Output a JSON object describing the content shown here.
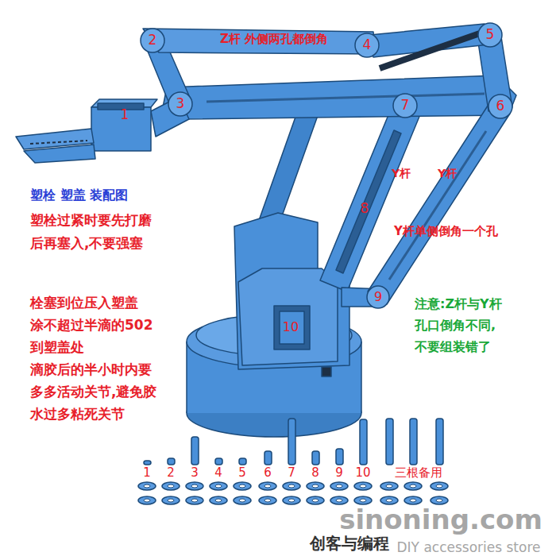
{
  "diagram": {
    "title": "塑栓 塑盖 装配图",
    "labels": [
      "2",
      "Z杆 外侧两孔都倒角",
      "4",
      "5",
      "3",
      "7",
      "6",
      "1",
      "Y杆",
      "Y杆",
      "8",
      "Y杆单侧倒角一个孔",
      "塑栓过紧时要先打磨",
      "后再塞入,不要强塞",
      "栓塞到位压入塑盖",
      "涂不超过半滴的502",
      "到塑盖处",
      "滴胶后的半小时内要",
      "多多活动关节,避免胶",
      "水过多粘死关节",
      "10",
      "9",
      "注意:Z杆与Y杆",
      "孔口倒角不同,",
      "不要组装错了",
      "1",
      "2",
      "3",
      "4",
      "5",
      "6",
      "7",
      "8",
      "9",
      "10",
      "三根备用",
      "sinoning.com",
      "创客与编程",
      "DIY accessories store"
    ]
  }
}
